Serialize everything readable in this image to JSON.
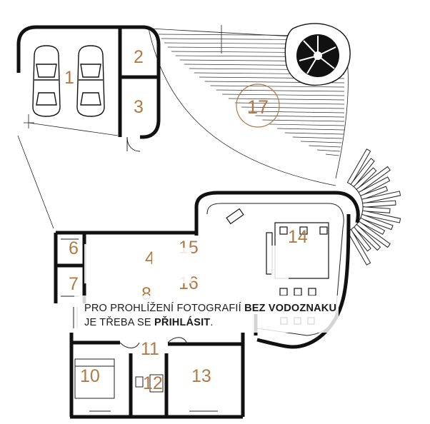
{
  "plan": {
    "rooms": [
      {
        "id": "1",
        "label": "1"
      },
      {
        "id": "2",
        "label": "2"
      },
      {
        "id": "3",
        "label": "3"
      },
      {
        "id": "4",
        "label": "4"
      },
      {
        "id": "6",
        "label": "6"
      },
      {
        "id": "7",
        "label": "7"
      },
      {
        "id": "8",
        "label": "8"
      },
      {
        "id": "10",
        "label": "10"
      },
      {
        "id": "11",
        "label": "11"
      },
      {
        "id": "12",
        "label": "12"
      },
      {
        "id": "13",
        "label": "13"
      },
      {
        "id": "14",
        "label": "14"
      },
      {
        "id": "15",
        "label": "15"
      },
      {
        "id": "16",
        "label": "16"
      },
      {
        "id": "17",
        "label": "17"
      }
    ]
  },
  "watermark": {
    "line1_text": "PRO PROHLÍŽENÍ FOTOGRAFIÍ ",
    "line1_bold": "BEZ VODOZNAKU",
    "line2_text": "JE TŘEBA SE ",
    "line2_bold": "PŘIHLÁSIT",
    "line2_end": ".",
    "colors": {
      "text": "#1b1b1b",
      "band": "#ffffff"
    }
  },
  "colors": {
    "wall": "#111111",
    "room_number": "#b07a45",
    "lines": "#222222"
  }
}
